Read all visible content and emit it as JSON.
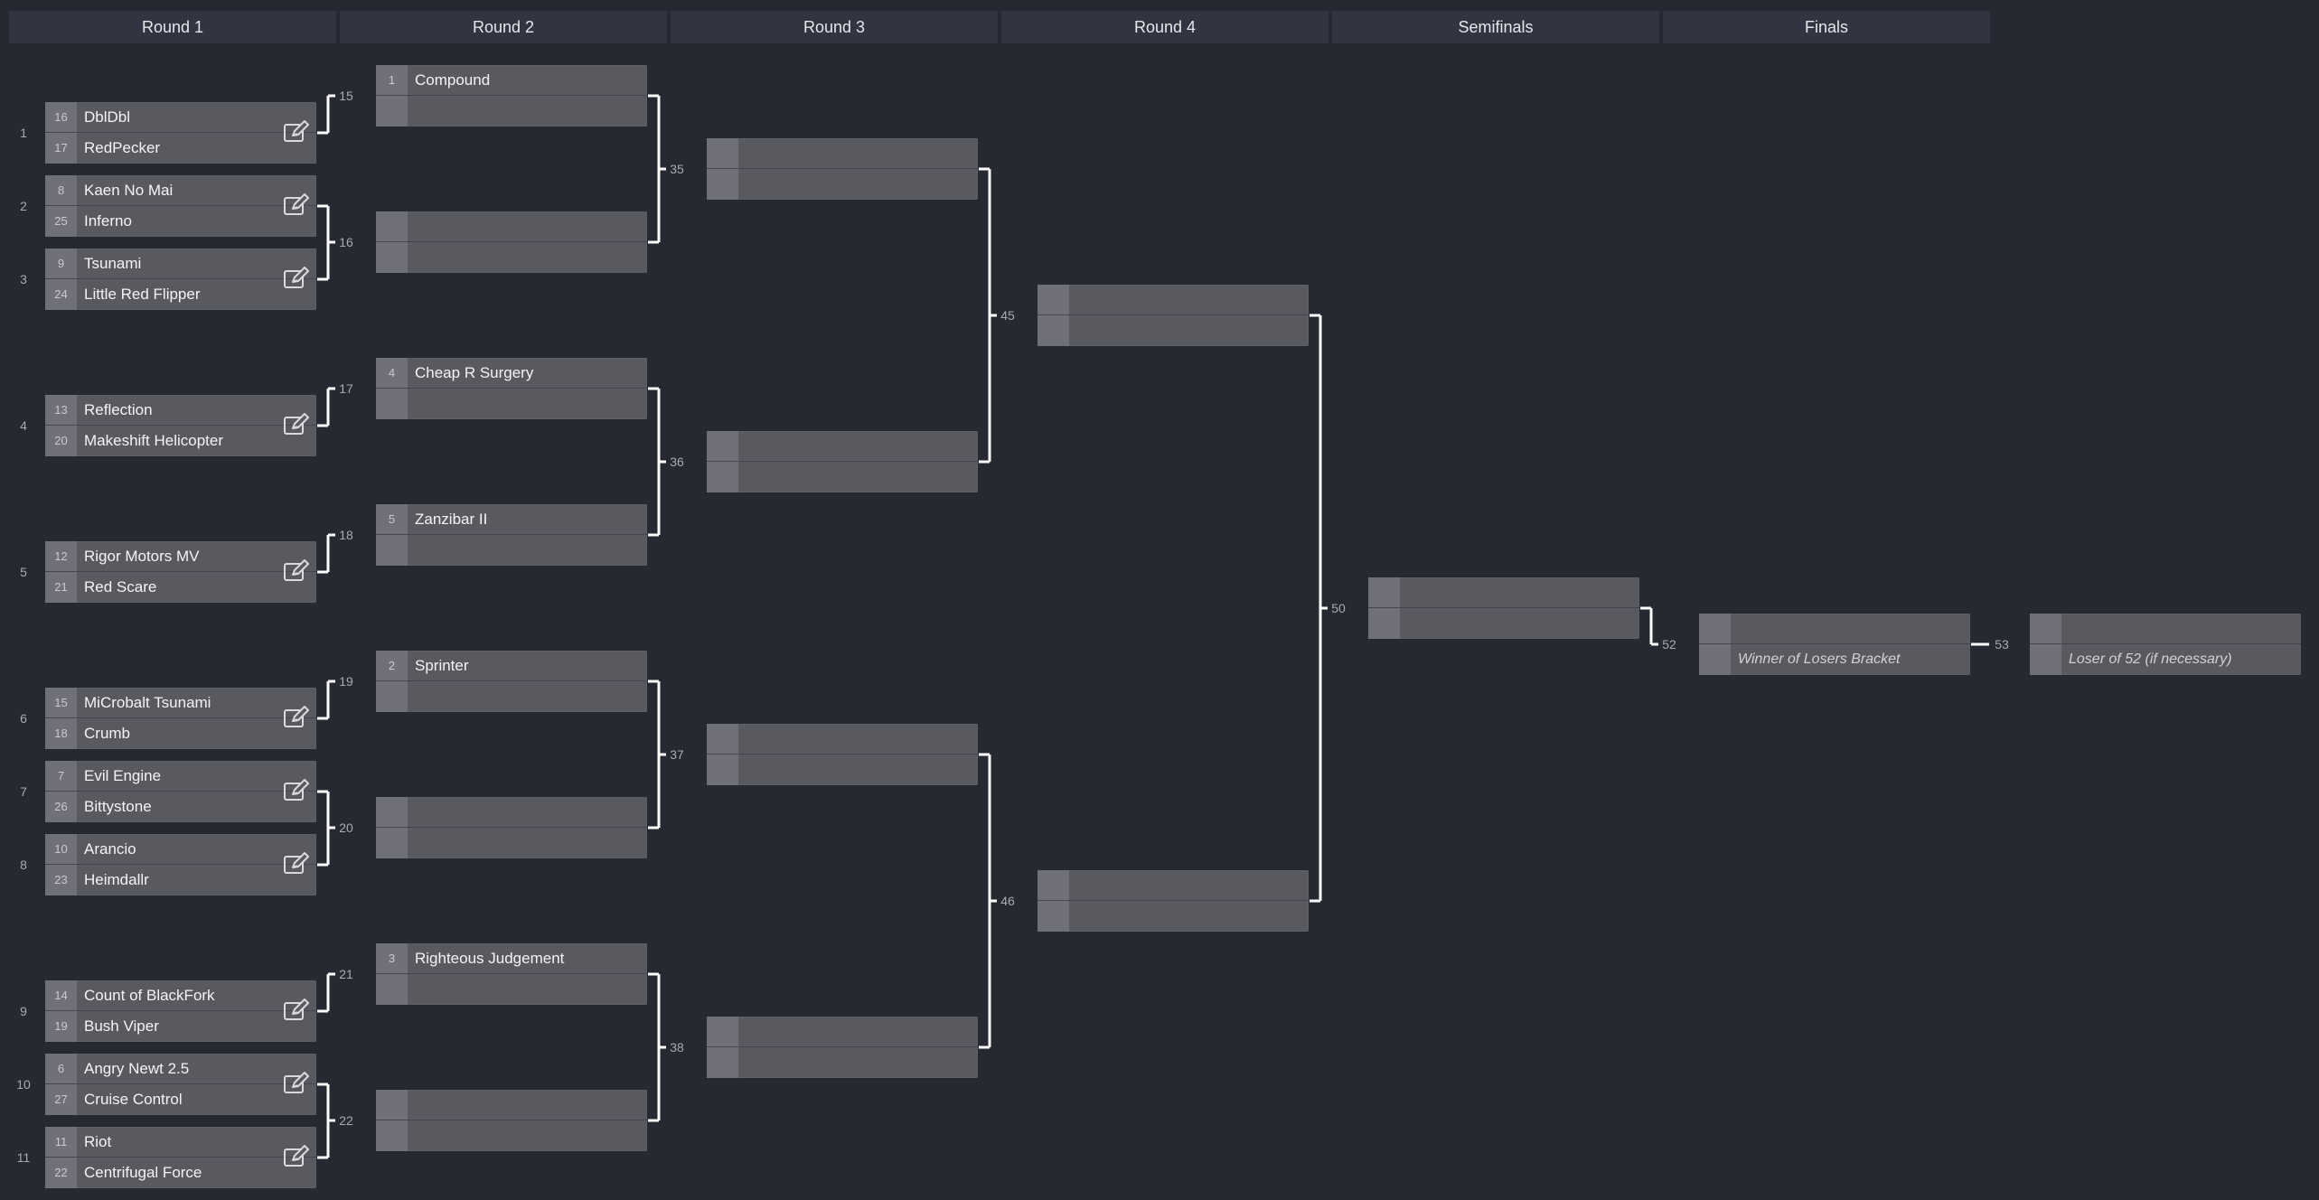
{
  "rounds": [
    "Round 1",
    "Round 2",
    "Round 3",
    "Round 4",
    "Semifinals",
    "Finals"
  ],
  "matches": [
    {
      "id": "m1",
      "number": "1",
      "top": {
        "seed": "16",
        "name": "DblDbl"
      },
      "bottom": {
        "seed": "17",
        "name": "RedPecker"
      },
      "editable": true
    },
    {
      "id": "m2",
      "number": "2",
      "top": {
        "seed": "8",
        "name": "Kaen No Mai"
      },
      "bottom": {
        "seed": "25",
        "name": "Inferno"
      },
      "editable": true
    },
    {
      "id": "m3",
      "number": "3",
      "top": {
        "seed": "9",
        "name": "Tsunami"
      },
      "bottom": {
        "seed": "24",
        "name": "Little Red Flipper"
      },
      "editable": true
    },
    {
      "id": "m4",
      "number": "4",
      "top": {
        "seed": "13",
        "name": "Reflection"
      },
      "bottom": {
        "seed": "20",
        "name": "Makeshift Helicopter"
      },
      "editable": true
    },
    {
      "id": "m5",
      "number": "5",
      "top": {
        "seed": "12",
        "name": "Rigor Motors MV"
      },
      "bottom": {
        "seed": "21",
        "name": "Red Scare"
      },
      "editable": true
    },
    {
      "id": "m6",
      "number": "6",
      "top": {
        "seed": "15",
        "name": "MiCrobalt Tsunami"
      },
      "bottom": {
        "seed": "18",
        "name": "Crumb"
      },
      "editable": true
    },
    {
      "id": "m7",
      "number": "7",
      "top": {
        "seed": "7",
        "name": "Evil Engine"
      },
      "bottom": {
        "seed": "26",
        "name": "Bittystone"
      },
      "editable": true
    },
    {
      "id": "m8",
      "number": "8",
      "top": {
        "seed": "10",
        "name": "Arancio"
      },
      "bottom": {
        "seed": "23",
        "name": "Heimdallr"
      },
      "editable": true
    },
    {
      "id": "m9",
      "number": "9",
      "top": {
        "seed": "14",
        "name": "Count of BlackFork"
      },
      "bottom": {
        "seed": "19",
        "name": "Bush Viper"
      },
      "editable": true
    },
    {
      "id": "m10",
      "number": "10",
      "top": {
        "seed": "6",
        "name": "Angry Newt 2.5"
      },
      "bottom": {
        "seed": "27",
        "name": "Cruise Control"
      },
      "editable": true
    },
    {
      "id": "m11",
      "number": "11",
      "top": {
        "seed": "11",
        "name": "Riot"
      },
      "bottom": {
        "seed": "22",
        "name": "Centrifugal Force"
      },
      "editable": true
    },
    {
      "id": "m15",
      "number": "15",
      "top": {
        "seed": "1",
        "name": "Compound"
      },
      "bottom": {
        "seed": "",
        "name": ""
      },
      "editable": false
    },
    {
      "id": "m16",
      "number": "16",
      "top": {
        "seed": "",
        "name": ""
      },
      "bottom": {
        "seed": "",
        "name": ""
      },
      "editable": false
    },
    {
      "id": "m17",
      "number": "17",
      "top": {
        "seed": "4",
        "name": "Cheap R Surgery"
      },
      "bottom": {
        "seed": "",
        "name": ""
      },
      "editable": false
    },
    {
      "id": "m18",
      "number": "18",
      "top": {
        "seed": "5",
        "name": "Zanzibar II"
      },
      "bottom": {
        "seed": "",
        "name": ""
      },
      "editable": false
    },
    {
      "id": "m19",
      "number": "19",
      "top": {
        "seed": "2",
        "name": "Sprinter"
      },
      "bottom": {
        "seed": "",
        "name": ""
      },
      "editable": false
    },
    {
      "id": "m20",
      "number": "20",
      "top": {
        "seed": "",
        "name": ""
      },
      "bottom": {
        "seed": "",
        "name": ""
      },
      "editable": false
    },
    {
      "id": "m21",
      "number": "21",
      "top": {
        "seed": "3",
        "name": "Righteous Judgement"
      },
      "bottom": {
        "seed": "",
        "name": ""
      },
      "editable": false
    },
    {
      "id": "m22",
      "number": "22",
      "top": {
        "seed": "",
        "name": ""
      },
      "bottom": {
        "seed": "",
        "name": ""
      },
      "editable": false
    },
    {
      "id": "m35",
      "number": "35",
      "top": {
        "seed": "",
        "name": ""
      },
      "bottom": {
        "seed": "",
        "name": ""
      },
      "editable": false
    },
    {
      "id": "m36",
      "number": "36",
      "top": {
        "seed": "",
        "name": ""
      },
      "bottom": {
        "seed": "",
        "name": ""
      },
      "editable": false
    },
    {
      "id": "m37",
      "number": "37",
      "top": {
        "seed": "",
        "name": ""
      },
      "bottom": {
        "seed": "",
        "name": ""
      },
      "editable": false
    },
    {
      "id": "m38",
      "number": "38",
      "top": {
        "seed": "",
        "name": ""
      },
      "bottom": {
        "seed": "",
        "name": ""
      },
      "editable": false
    },
    {
      "id": "m45",
      "number": "45",
      "top": {
        "seed": "",
        "name": ""
      },
      "bottom": {
        "seed": "",
        "name": ""
      },
      "editable": false
    },
    {
      "id": "m46",
      "number": "46",
      "top": {
        "seed": "",
        "name": ""
      },
      "bottom": {
        "seed": "",
        "name": ""
      },
      "editable": false
    },
    {
      "id": "m50",
      "number": "50",
      "top": {
        "seed": "",
        "name": ""
      },
      "bottom": {
        "seed": "",
        "name": ""
      },
      "editable": false
    },
    {
      "id": "m52",
      "number": "52",
      "top": {
        "seed": "",
        "name": ""
      },
      "bottom": {
        "seed": "",
        "name": "Winner of Losers Bracket",
        "placeholder": true
      },
      "editable": false
    },
    {
      "id": "m53",
      "number": "53",
      "top": {
        "seed": "",
        "name": ""
      },
      "bottom": {
        "seed": "",
        "name": "Loser of 52 (if necessary)",
        "placeholder": true
      },
      "editable": false
    }
  ],
  "colors": {
    "background": "#262832",
    "header": "#313441",
    "match_box": "#595a60",
    "seed_box": "#707178",
    "connector": "#ffffff"
  },
  "icons": {
    "edit": "edit-icon"
  }
}
